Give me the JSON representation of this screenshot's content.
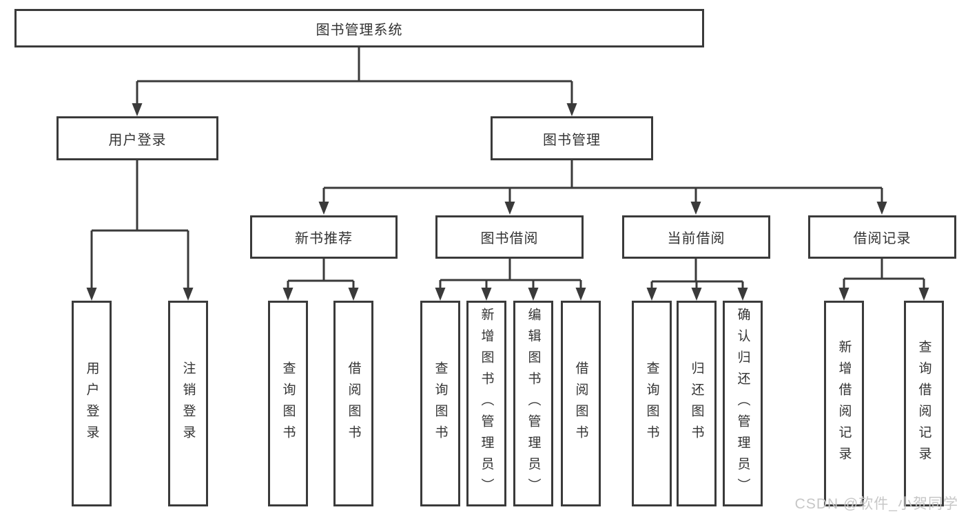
{
  "diagram": {
    "title": "图书管理系统",
    "watermark": "CSDN @软件_小贺同学",
    "nodes": {
      "root": "图书管理系统",
      "user_login": "用户登录",
      "book_management": "图书管理",
      "new_book_recommend": "新书推荐",
      "book_borrowing": "图书借阅",
      "current_borrowing": "当前借阅",
      "borrowing_records": "借阅记录",
      "leaf_user_login": "用户登录",
      "leaf_logout": "注销登录",
      "nbr_query_books": "查询图书",
      "nbr_borrow_books": "借阅图书",
      "bb_query_books": "查询图书",
      "bb_add_books_admin": "新增图书（管理员）",
      "bb_edit_books_admin": "编辑图书（管理员）",
      "bb_borrow_books": "借阅图书",
      "cb_query_books": "查询图书",
      "cb_return_books": "归还图书",
      "cb_confirm_return_admin": "确认归还（管理员）",
      "br_add_record": "新增借阅记录",
      "br_query_record": "查询借阅记录"
    },
    "hierarchy": {
      "图书管理系统": [
        "用户登录",
        "图书管理"
      ],
      "用户登录": [
        "用户登录",
        "注销登录"
      ],
      "图书管理": [
        "新书推荐",
        "图书借阅",
        "当前借阅",
        "借阅记录"
      ],
      "新书推荐": [
        "查询图书",
        "借阅图书"
      ],
      "图书借阅": [
        "查询图书",
        "新增图书（管理员）",
        "编辑图书（管理员）",
        "借阅图书"
      ],
      "当前借阅": [
        "查询图书",
        "归还图书",
        "确认归还（管理员）"
      ],
      "借阅记录": [
        "新增借阅记录",
        "查询借阅记录"
      ]
    },
    "colors": {
      "line": "#3a3a3a",
      "text": "#333333",
      "watermark": "#c7c7c7",
      "background": "#ffffff"
    }
  }
}
